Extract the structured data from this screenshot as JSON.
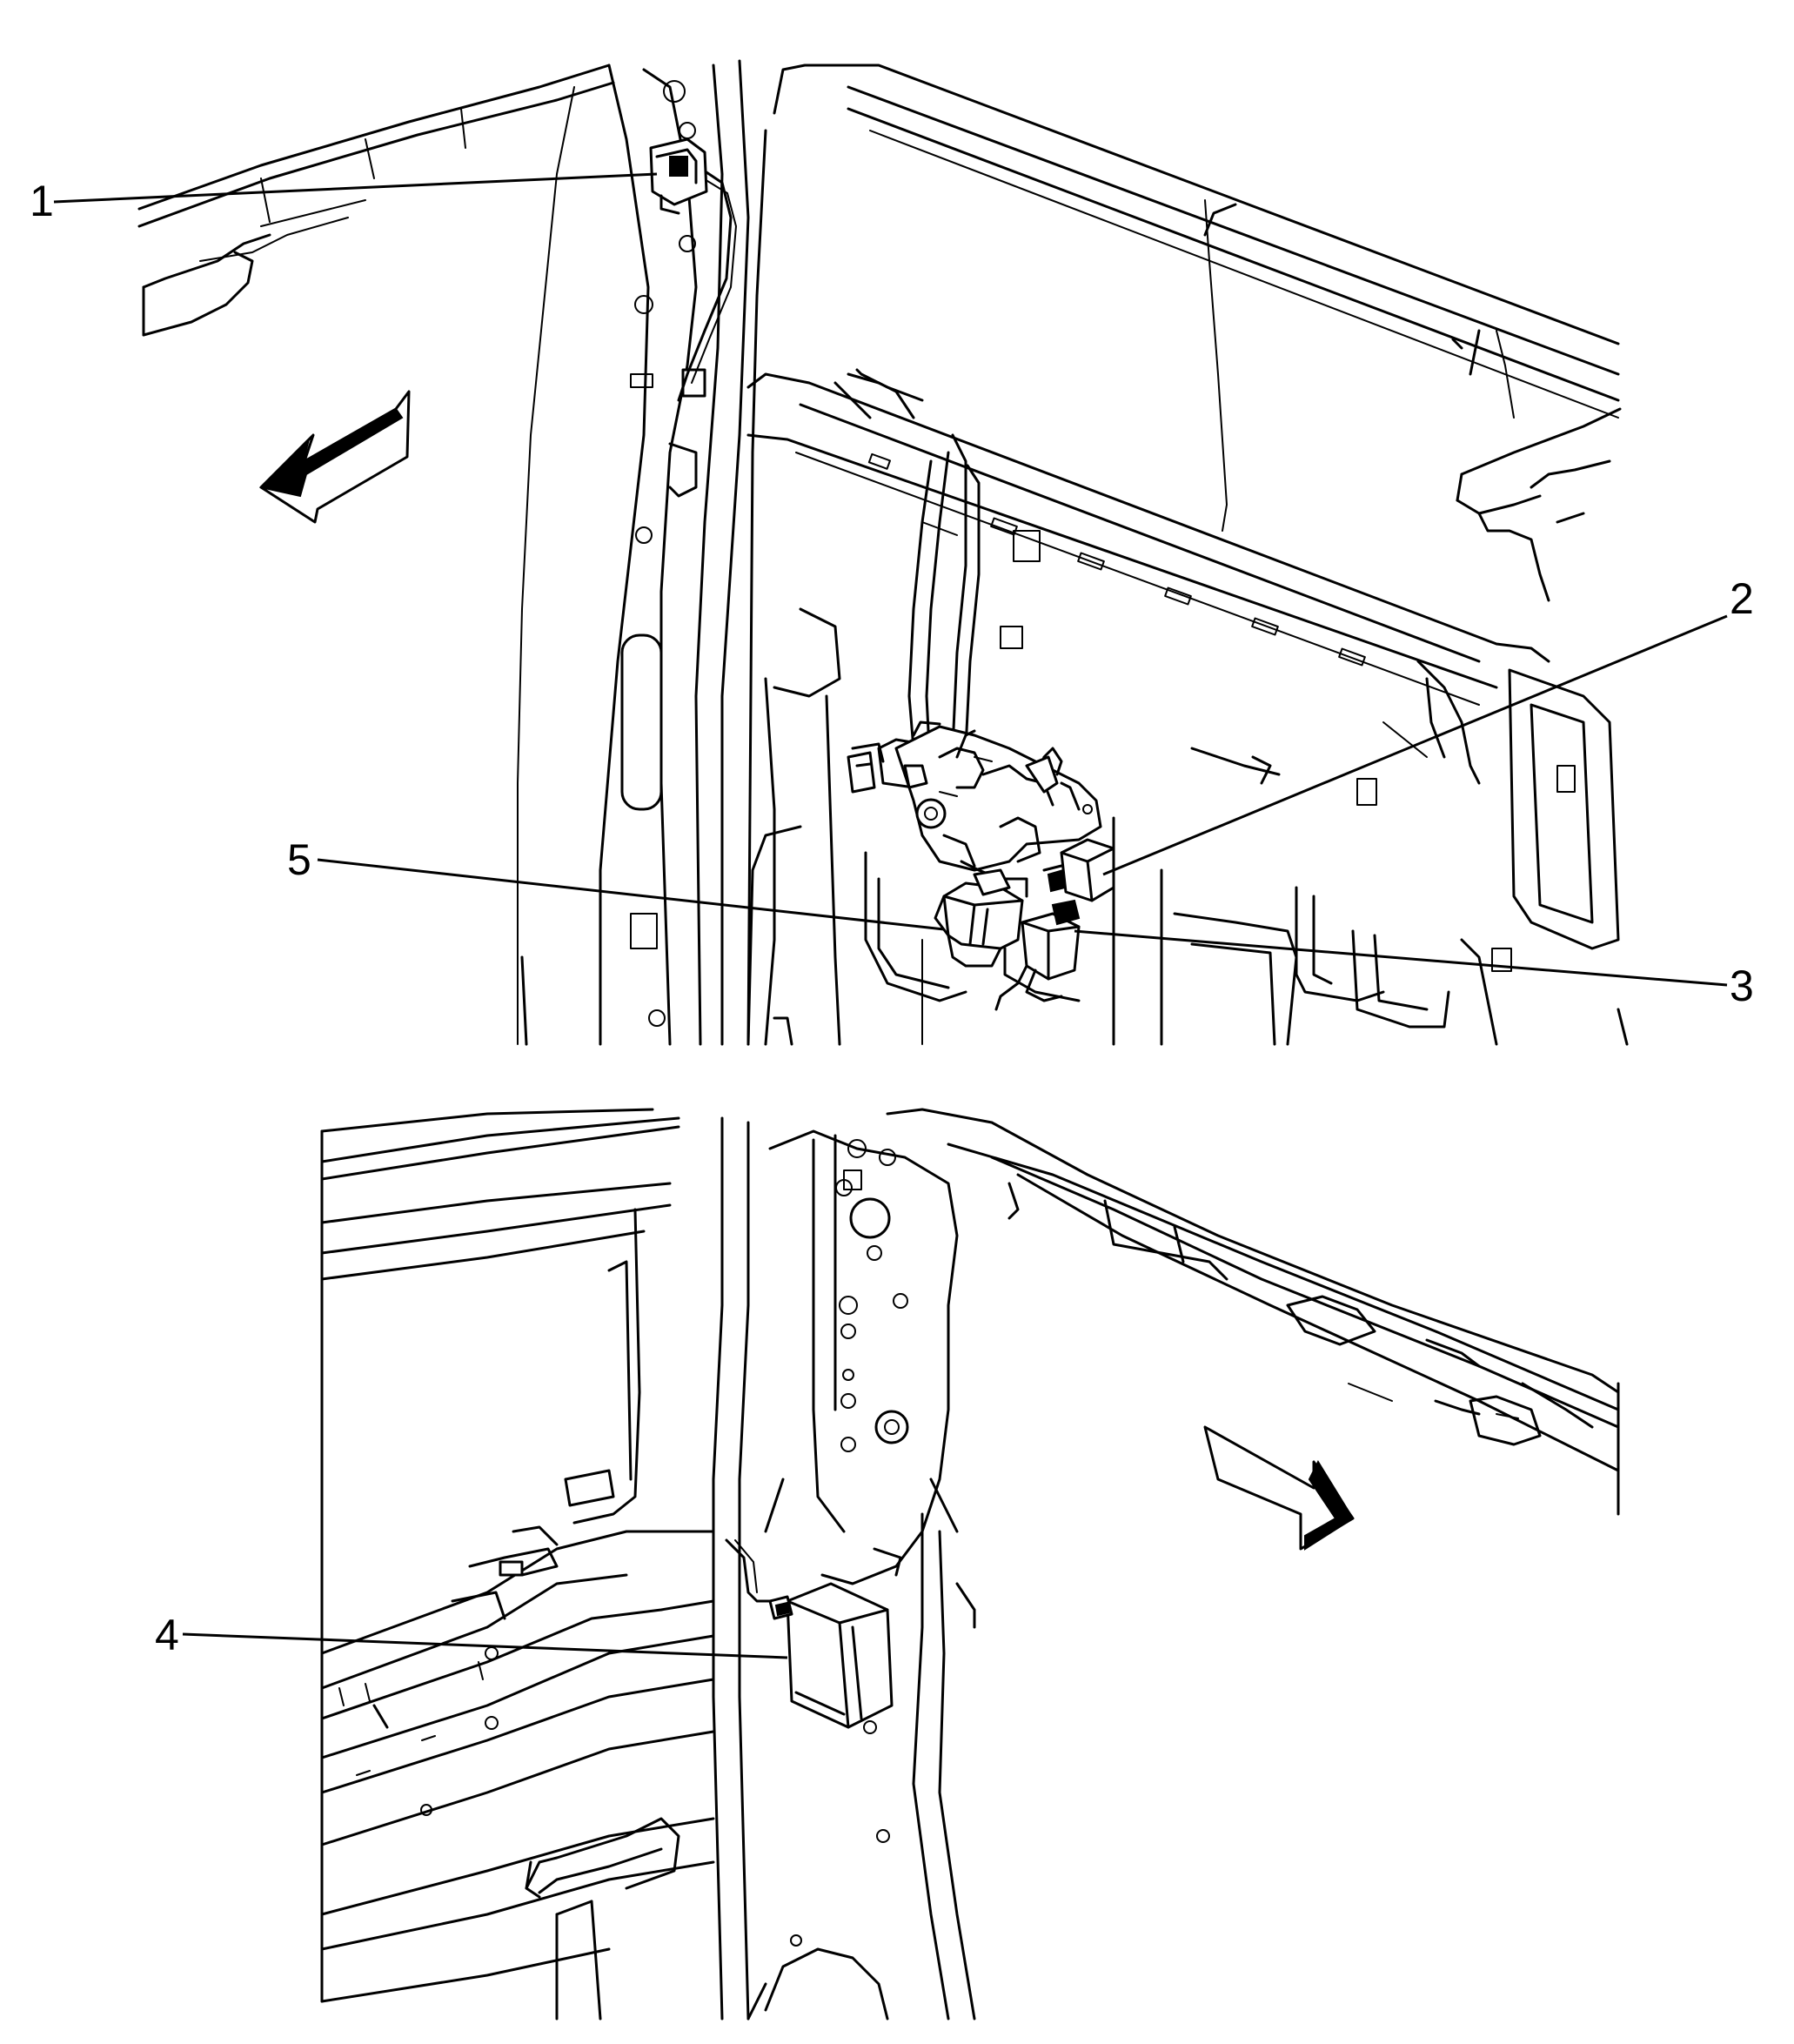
{
  "callouts": [
    {
      "id": "1",
      "label": "1"
    },
    {
      "id": "2",
      "label": "2"
    },
    {
      "id": "3",
      "label": "3"
    },
    {
      "id": "4",
      "label": "4"
    },
    {
      "id": "5",
      "label": "5"
    }
  ],
  "icons": {
    "upper_arrow": "front-direction-arrow-icon",
    "lower_arrow": "front-direction-arrow-icon"
  },
  "colors": {
    "line": "#000000",
    "background": "#ffffff"
  }
}
